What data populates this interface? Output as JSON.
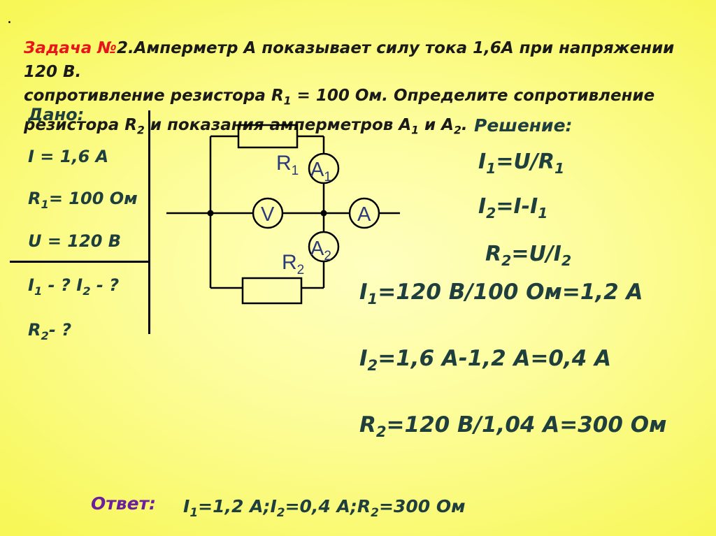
{
  "dot": ".",
  "problem": {
    "label": "Задача №",
    "line1": "2.Амперметр А показывает силу тока 1,6А при напряжении 120 В.",
    "line2": "сопротивление резистора R",
    "line2_sub": "1",
    "line2_end": " = 100 Ом. Определите сопротивление",
    "line3_a": "резистора R",
    "line3_sub1": "2",
    "line3_b": " и показания амперметров А",
    "line3_sub2": "1",
    "line3_c": " и А",
    "line3_sub3": "2",
    "line3_end": "."
  },
  "given": {
    "title": "Дано:",
    "i": "I = 1,6 А",
    "r1_a": "R",
    "r1_sub": "1",
    "r1_b": "= 100 Ом",
    "u": "U = 120 В",
    "find1_a": "I",
    "find1_s1": "1",
    "find1_b": " - ? I",
    "find1_s2": "2",
    "find1_c": " - ?",
    "find2_a": "R",
    "find2_s": "2",
    "find2_b": "- ?"
  },
  "circuit": {
    "r1_label": "R",
    "r1_sub": "1",
    "r2_label": "R",
    "r2_sub": "2",
    "a1_label": "A",
    "a1_sub": "1",
    "a2_label": "A",
    "a2_sub": "2",
    "v_label": "V",
    "a_label": "A"
  },
  "solution": {
    "title": "Решение:",
    "f1_a": "I",
    "f1_s1": "1",
    "f1_b": "=U/R",
    "f1_s2": "1",
    "f2_a": "I",
    "f2_s1": "2",
    "f2_b": "=I-I",
    "f2_s2": "1",
    "f3_a": "R",
    "f3_s1": "2",
    "f3_b": "=U/I",
    "f3_s2": "2",
    "c1_a": "I",
    "c1_s": "1",
    "c1_b": "=120 В/100 Ом=1,2 А",
    "c2_a": "I",
    "c2_s": "2",
    "c2_b": "=1,6 А-1,2 А=0,4 А",
    "c3_a": "R",
    "c3_s": "2",
    "c3_b": "=120 В/1,04 А=300 Ом"
  },
  "answer": {
    "label": "Ответ:",
    "a": "I",
    "s1": "1",
    "b": "=1,2 А;I",
    "s2": "2",
    "c": "=0,4 А;R",
    "s3": "2",
    "d": "=300 Ом"
  }
}
